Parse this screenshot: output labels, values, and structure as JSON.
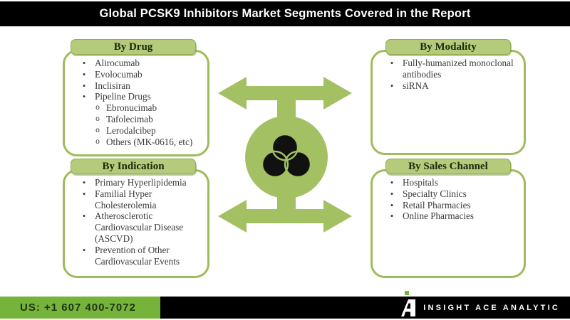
{
  "title": "Global PCSK9 Inhibitors Market Segments Covered in the Report",
  "boxes": [
    {
      "header": "By Drug",
      "items": [
        {
          "level": 1,
          "text": "Alirocumab"
        },
        {
          "level": 1,
          "text": "Evolocumab"
        },
        {
          "level": 1,
          "text": "Inclisiran"
        },
        {
          "level": 1,
          "text": "Pipeline Drugs"
        },
        {
          "level": 2,
          "text": "Ebronucimab"
        },
        {
          "level": 2,
          "text": "Tafolecimab"
        },
        {
          "level": 2,
          "text": "Lerodalcibep"
        },
        {
          "level": 2,
          "text": "Others (MK-0616, etc)"
        }
      ]
    },
    {
      "header": "By Modality",
      "items": [
        {
          "level": 1,
          "text": "Fully-humanized monoclonal antibodies"
        },
        {
          "level": 1,
          "text": "siRNA"
        }
      ]
    },
    {
      "header": "By Indication",
      "items": [
        {
          "level": 1,
          "text": "Primary Hyperlipidemia"
        },
        {
          "level": 1,
          "text": "Familial Hyper Cholesterolemia"
        },
        {
          "level": 1,
          "text": "Atherosclerotic Cardiovascular Disease (ASCVD)"
        },
        {
          "level": 1,
          "text": "Prevention of Other Cardiovascular Events"
        }
      ]
    },
    {
      "header": "By Sales Channel",
      "items": [
        {
          "level": 1,
          "text": "Hospitals"
        },
        {
          "level": 1,
          "text": "Specialty Clinics"
        },
        {
          "level": 1,
          "text": "Retail Pharmacies"
        },
        {
          "level": 1,
          "text": "Online Pharmacies"
        }
      ]
    }
  ],
  "bullets": {
    "level1": "•",
    "level2": "o"
  },
  "center": {
    "icon": "venn-diagram-icon"
  },
  "footer": {
    "phone": "US: +1 607 400-7072",
    "brand": "INSIGHT ACE ANALYTIC"
  },
  "colors": {
    "banner_bg": "#000000",
    "banner_text": "#ffffff",
    "box_border": "#9dbc5a",
    "tab_bg": "#b3cb7b",
    "tab_text": "#1c290d",
    "body_text": "#3a3a3a",
    "graphic_green": "#a3c162",
    "venn_black": "#111111",
    "footer_green": "#76b33b",
    "footer_black": "#000000",
    "phone_text": "#1c3512",
    "brand_text": "#ffffff",
    "logo_accent": "#76b33b"
  }
}
